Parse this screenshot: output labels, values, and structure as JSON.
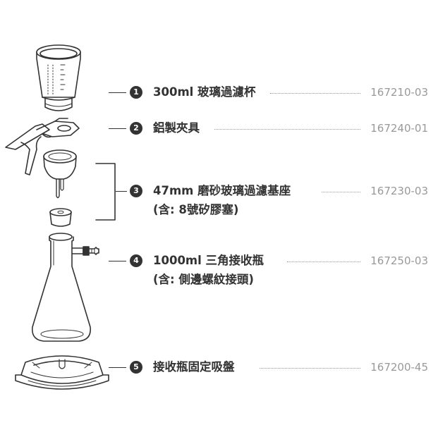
{
  "parts": [
    {
      "num": "1",
      "name": "300ml 玻璃過濾杯",
      "code": "167210-03"
    },
    {
      "num": "2",
      "name": "鋁製夾具",
      "code": "167240-01"
    },
    {
      "num": "3",
      "name": "47mm 磨砂玻璃過濾基座",
      "note": "(含: 8號矽膠塞)",
      "code": "167230-03"
    },
    {
      "num": "4",
      "name": "1000ml 三角接收瓶",
      "note": "(含: 側邊螺紋接頭)",
      "code": "167250-03"
    },
    {
      "num": "5",
      "name": "接收瓶固定吸盤",
      "code": "167200-45"
    }
  ],
  "icons": [
    "filter-funnel-icon",
    "aluminum-clamp-icon",
    "fritted-base-icon",
    "silicone-stopper-icon",
    "erlenmeyer-flask-icon",
    "suction-base-icon"
  ]
}
